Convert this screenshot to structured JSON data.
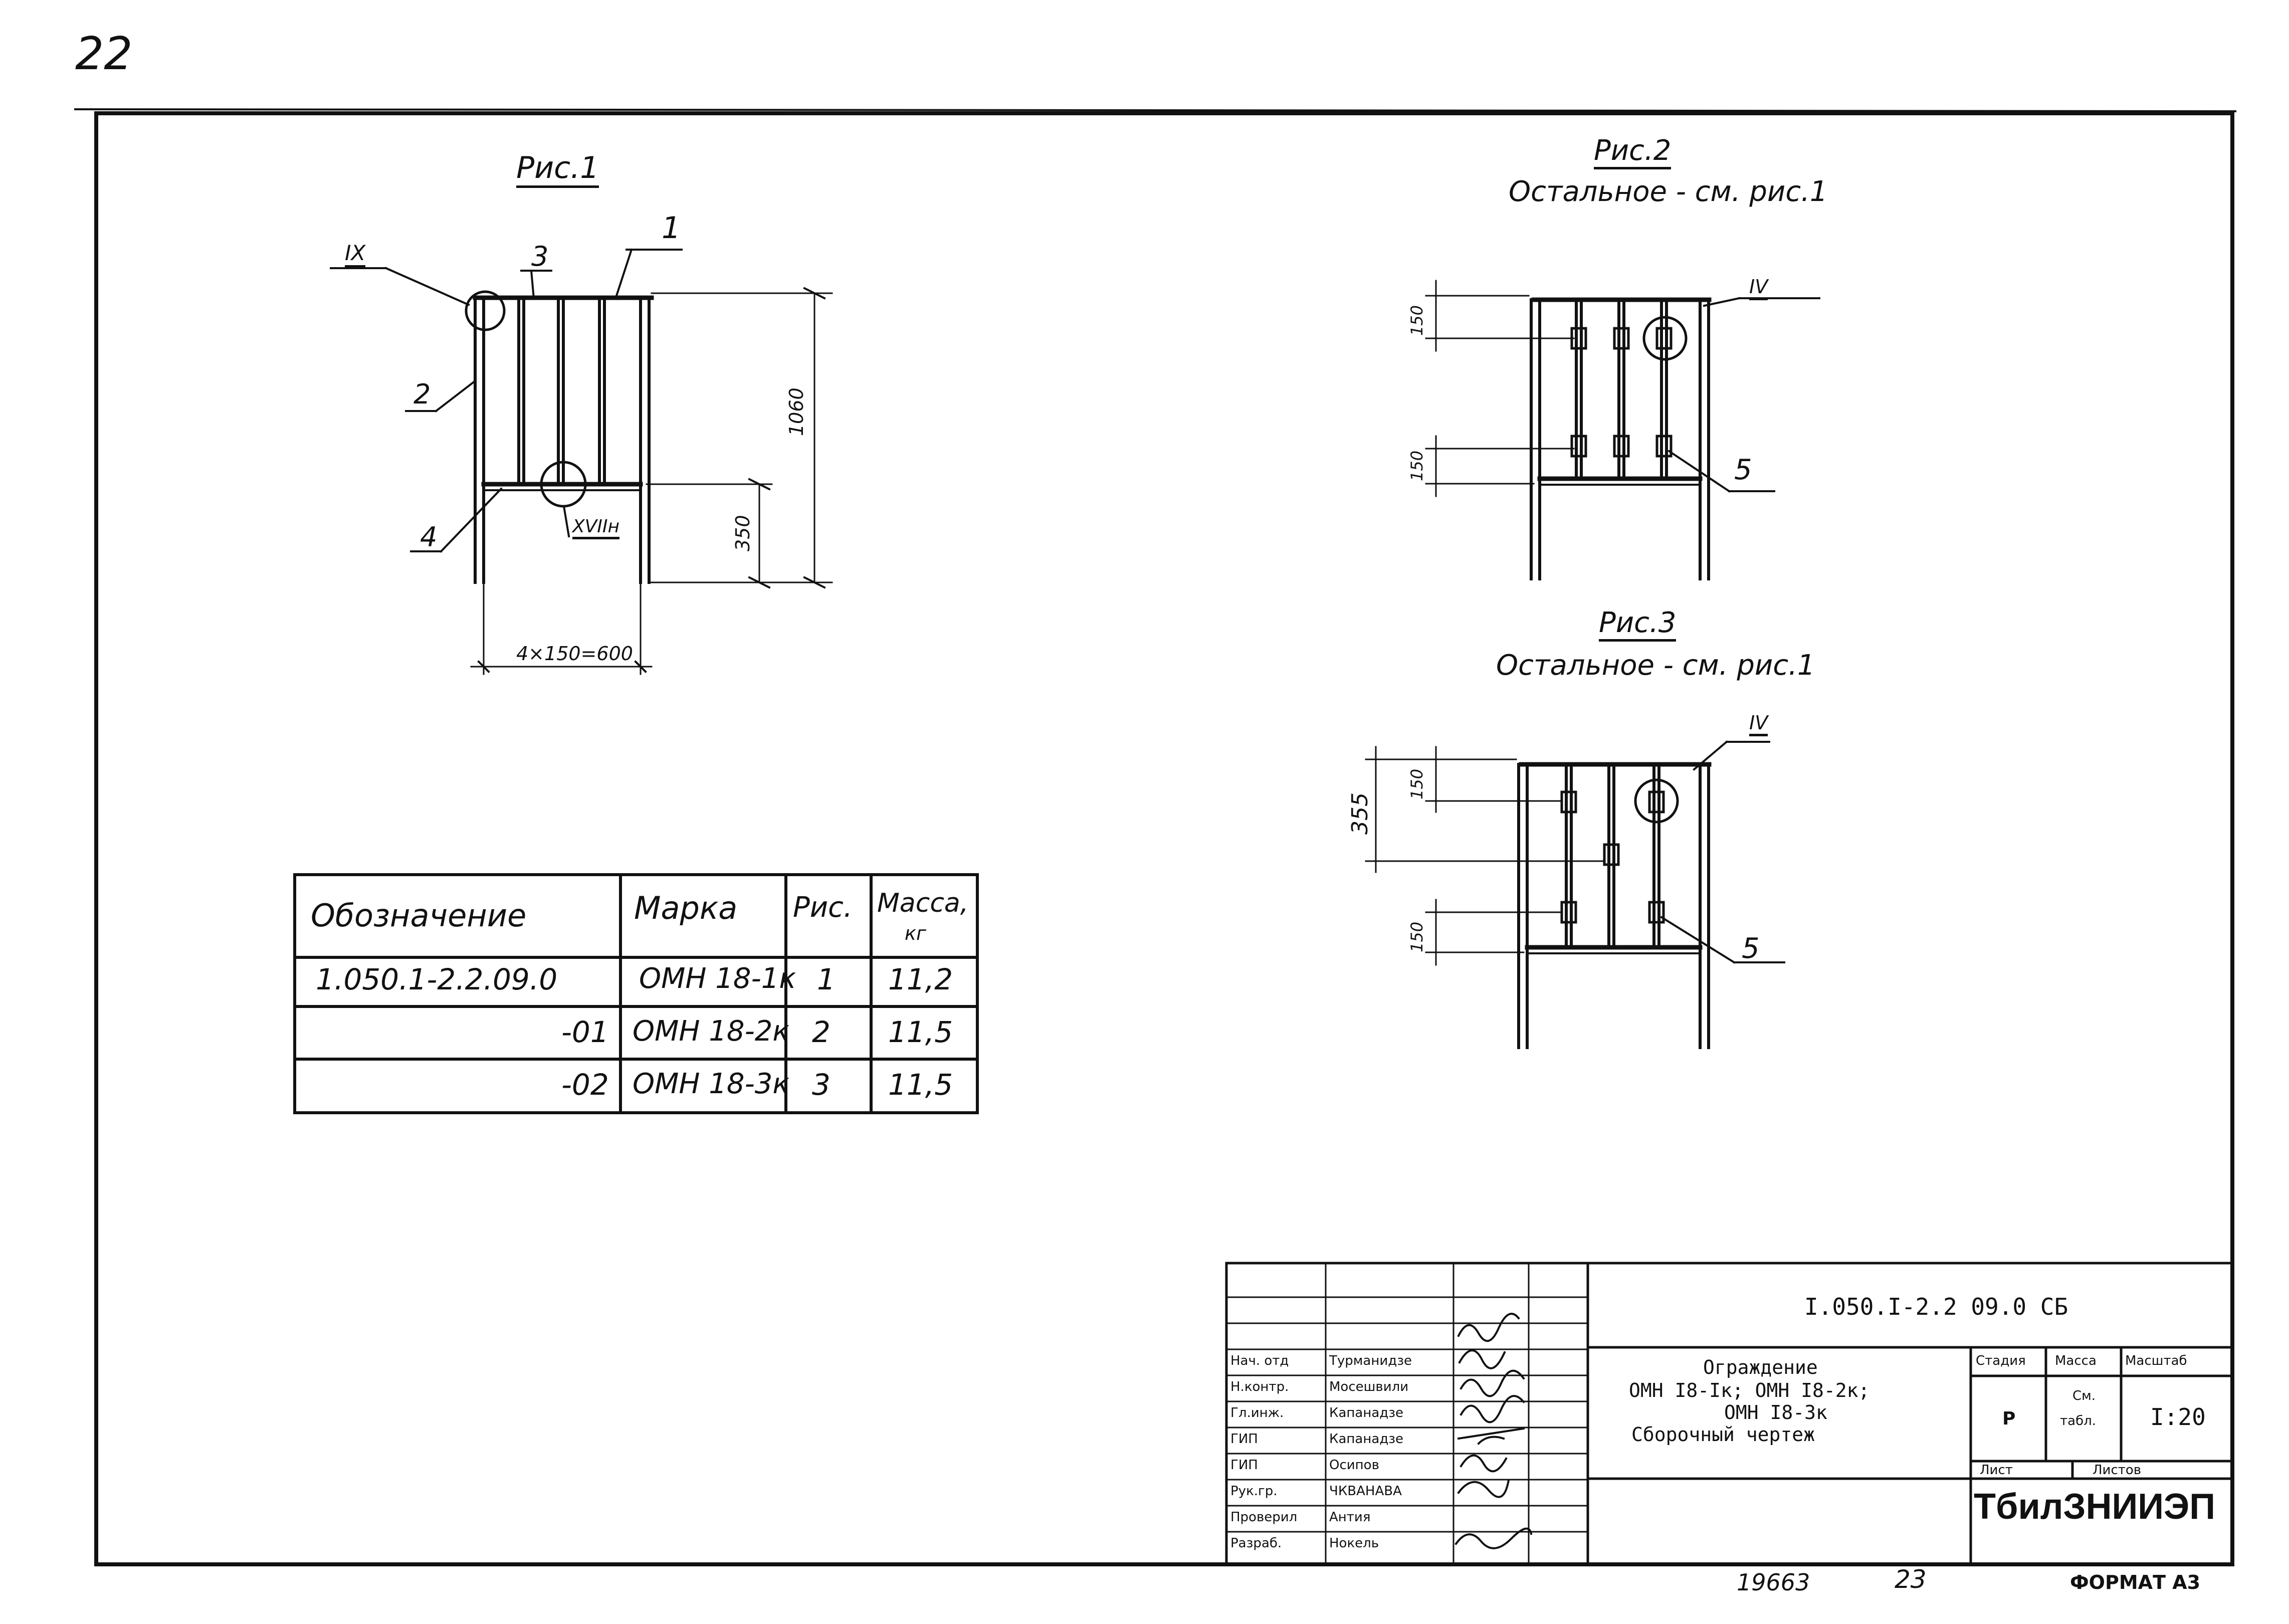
{
  "corner_number": "22",
  "fig1": {
    "title": "Рис.1",
    "callouts": {
      "c1": "1",
      "c2": "2",
      "c3": "3",
      "c4": "4",
      "c9": "IX",
      "c18": "XVIIн"
    },
    "dims": {
      "height": "1060",
      "lower": "350",
      "width": "4×150=600"
    }
  },
  "fig2": {
    "title": "Рис.2",
    "note": "Остальное - см. рис.1",
    "callouts": {
      "c4": "IV",
      "c5": "5"
    },
    "dims": {
      "top": "150",
      "bottom": "150"
    }
  },
  "fig3": {
    "title": "Рис.3",
    "note": "Остальное - см. рис.1",
    "callouts": {
      "c4": "IV",
      "c5": "5"
    },
    "dims": {
      "outer": "355",
      "top": "150",
      "bottom": "150"
    }
  },
  "spec_table": {
    "headers": [
      "Обозначение",
      "Марка",
      "Рис.",
      "Масса,",
      "кг"
    ],
    "rows": [
      [
        "1.050.1-2.2.09.0",
        "ОМН 18-1к",
        "1",
        "11,2"
      ],
      [
        "-01",
        "ОМН 18-2к",
        "2",
        "11,5"
      ],
      [
        "-02",
        "ОМН 18-3к",
        "3",
        "11,5"
      ]
    ]
  },
  "title_block": {
    "doc_code": "I.050.I-2.2 09.0 СБ",
    "title_line1": "Ограждение",
    "title_line2": "ОМН I8-Iк; ОМН I8-2к;",
    "title_line3": "ОМН I8-3к",
    "title_line4": "Сборочный чертеж",
    "stage_header": "Стадия",
    "mass_header": "Масса",
    "scale_header": "Масштаб",
    "stage_value": "Р",
    "mass_value_1": "См.",
    "mass_value_2": "табл.",
    "scale_value": "I:20",
    "sheet_label": "Лист",
    "sheets_label": "Листов",
    "org": "ТбилЗНИИЭП",
    "staff": [
      {
        "role": "Нач. отд",
        "name": "Турманидзе"
      },
      {
        "role": "Н.контр.",
        "name": "Мосешвили"
      },
      {
        "role": "Гл.инж.",
        "name": "Капанадзе"
      },
      {
        "role": "ГИП",
        "name": "Капанадзе"
      },
      {
        "role": "ГИП",
        "name": "Осипов"
      },
      {
        "role": "Рук.гр.",
        "name": "ЧКВАНАВА"
      },
      {
        "role": "Проверил",
        "name": "Антия"
      },
      {
        "role": "Разраб.",
        "name": "Нокель"
      }
    ]
  },
  "footer": {
    "inv": "19663",
    "page": "23",
    "format": "ФОРМАТ А3"
  }
}
